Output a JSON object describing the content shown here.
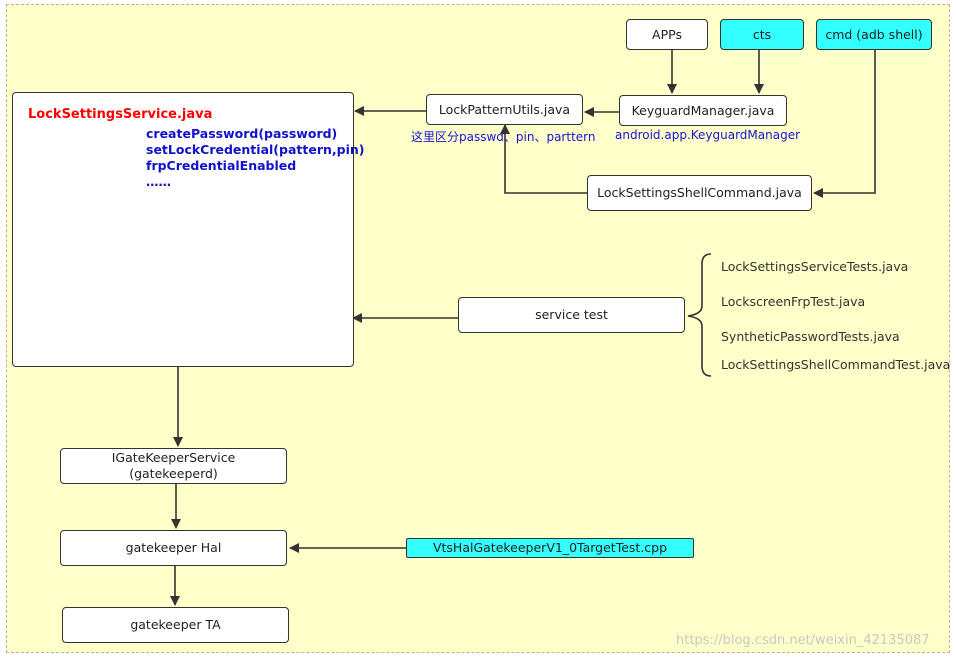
{
  "boxes": {
    "apps": "APPs",
    "cts": "cts",
    "cmd": "cmd (adb shell)",
    "lock_settings_service": "LockSettingsService.java",
    "lock_pattern_utils": "LockPatternUtils.java",
    "keyguard_manager": "KeyguardManager.java",
    "lock_settings_shell_command": "LockSettingsShellCommand.java",
    "service_test": "service test",
    "igatekeeper_service_line1": "IGateKeeperService",
    "igatekeeper_service_line2": "(gatekeeperd)",
    "gatekeeper_hal": "gatekeeper Hal",
    "gatekeeper_ta": "gatekeeper TA",
    "vts_test": "VtsHalGatekeeperV1_0TargetTest.cpp"
  },
  "methods": [
    "createPassword(password)",
    "setLockCredential(pattern,pin)",
    "frpCredentialEnabled",
    "……"
  ],
  "labels": {
    "pattern_utils_note": "这里区分passwd、pin、parttern",
    "keyguard_class": "android.app.KeyguardManager"
  },
  "tests": [
    "LockSettingsServiceTests.java",
    "LockscreenFrpTest.java",
    "SyntheticPasswordTests.java",
    "LockSettingsShellCommandTest.java"
  ],
  "watermark": "https://blog.csdn.net/weixin_42135087",
  "colors": {
    "canvas": "#ffffc9",
    "highlight": "#33ffff",
    "title_red": "#ff0000",
    "method_blue": "#1212cc"
  }
}
